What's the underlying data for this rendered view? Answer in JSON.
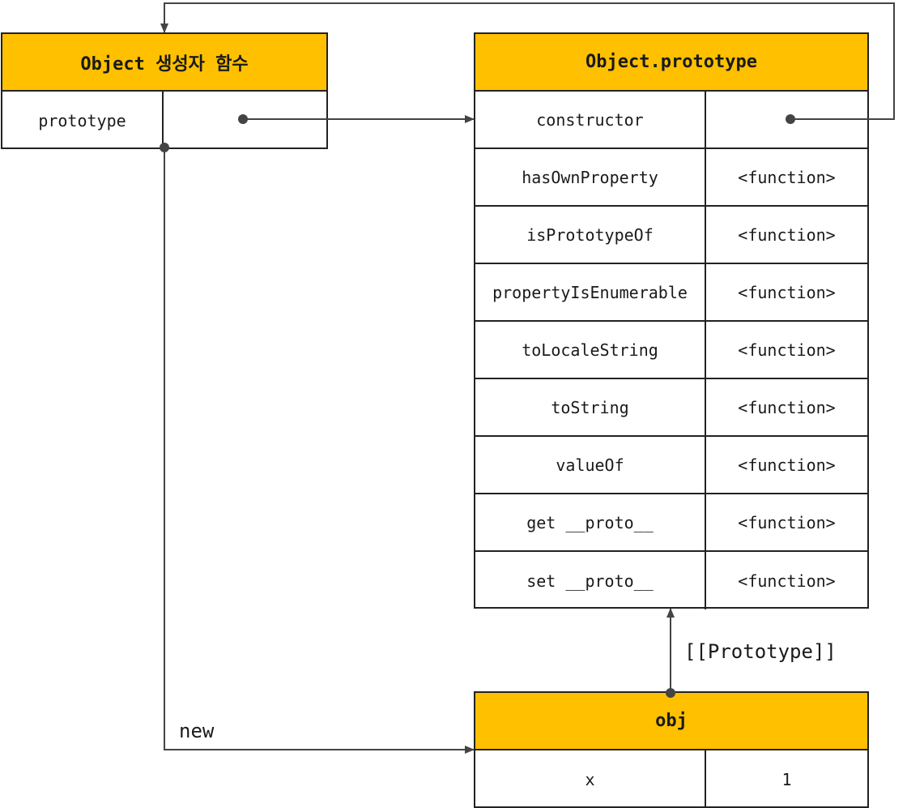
{
  "constructor_object": {
    "title": "Object 생성자 함수",
    "rows": [
      {
        "key": "prototype",
        "value": ""
      }
    ]
  },
  "prototype_object": {
    "title": "Object.prototype",
    "rows": [
      {
        "key": "constructor",
        "value": ""
      },
      {
        "key": "hasOwnProperty",
        "value": "<function>"
      },
      {
        "key": "isPrototypeOf",
        "value": "<function>"
      },
      {
        "key": "propertyIsEnumerable",
        "value": "<function>"
      },
      {
        "key": "toLocaleString",
        "value": "<function>"
      },
      {
        "key": "toString",
        "value": "<function>"
      },
      {
        "key": "valueOf",
        "value": "<function>"
      },
      {
        "key": "get __proto__",
        "value": "<function>"
      },
      {
        "key": "set __proto__",
        "value": "<function>"
      }
    ]
  },
  "instance_object": {
    "title": "obj",
    "rows": [
      {
        "key": "x",
        "value": "1"
      }
    ]
  },
  "edges": {
    "new_label": "new",
    "prototype_link_label": "[[Prototype]]"
  },
  "colors": {
    "header_fill": "#FFC000",
    "line": "#444444"
  }
}
